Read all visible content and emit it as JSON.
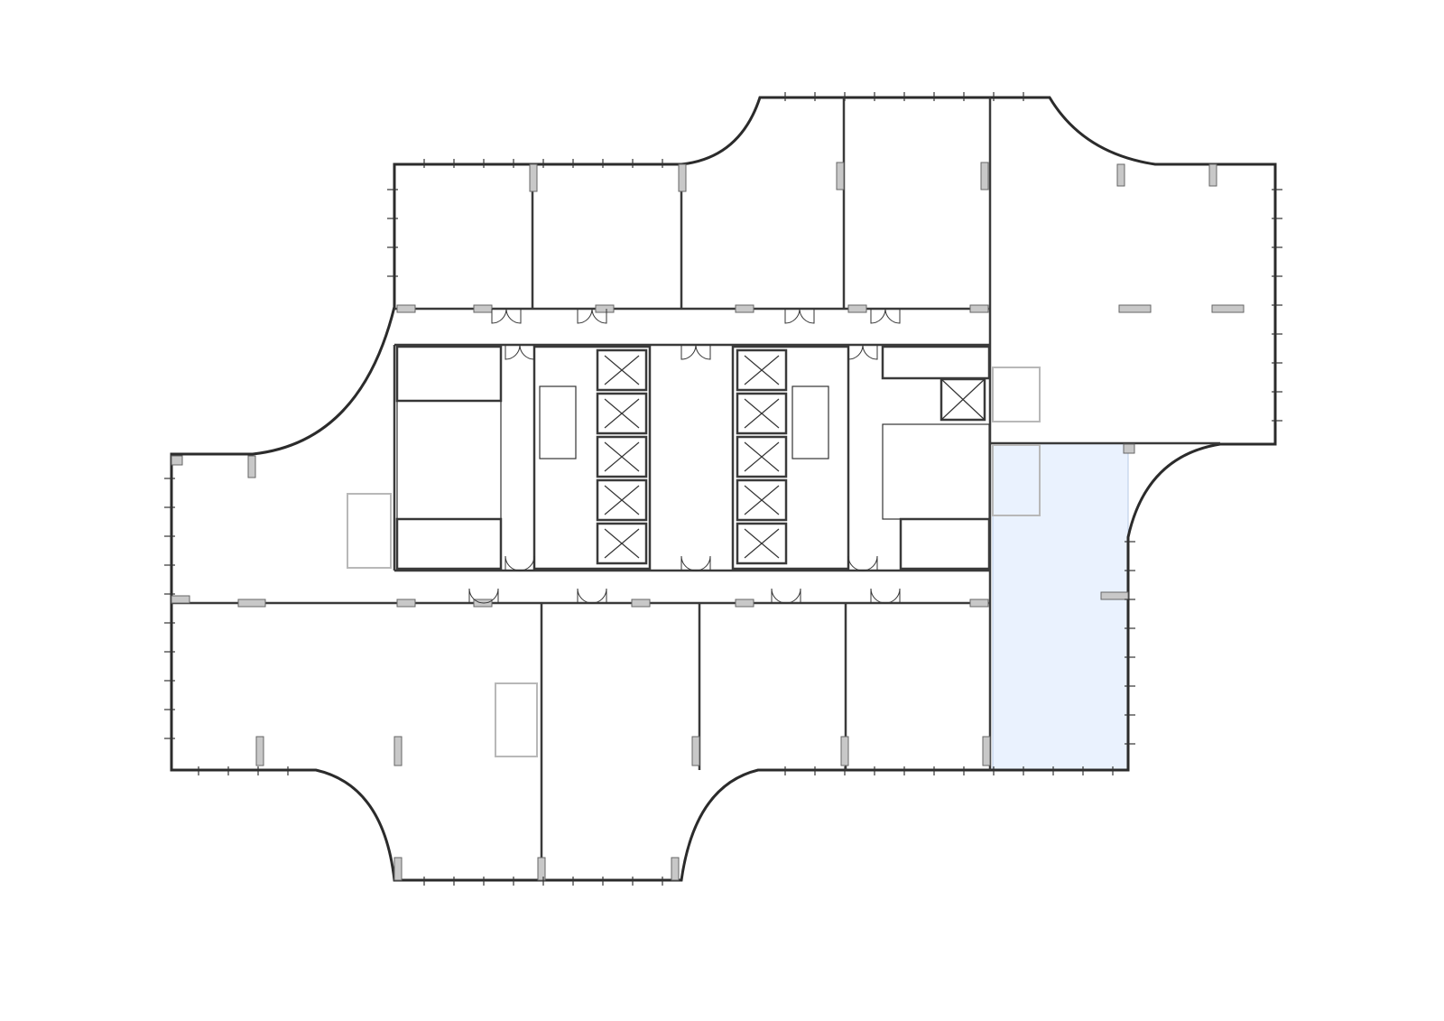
{
  "plan": {
    "wall_color": "#2b2b2b",
    "column_color": "#c8c8c8",
    "highlight_color": "#eaf2fe",
    "highlight_stroke": "#b7c9e6",
    "ghost_fixture_color": "#b8b8b8",
    "elevator_count_per_bank": 5,
    "elevator_banks": 2,
    "highlighted_units": 1
  }
}
